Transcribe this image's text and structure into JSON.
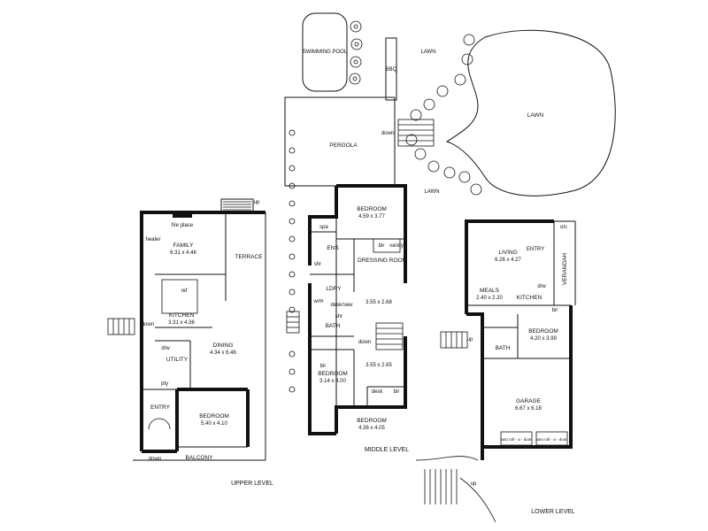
{
  "outdoor": {
    "swimming_pool": "SWIMMING POOL",
    "bbq": "BBQ",
    "lawn_top": "LAWN",
    "lawn_right": "LAWN",
    "lawn_bottom": "LAWN",
    "pergola": "PERGOLA",
    "down_stairs": "down"
  },
  "upper_level": {
    "title": "UPPER LEVEL",
    "family": {
      "name": "FAMILY",
      "size": "6.31 x 4.46"
    },
    "fire_place": "fire place",
    "heater": "heater",
    "terrace": "TERRACE",
    "kitchen": {
      "name": "KITCHEN",
      "size": "3.31 x 4.36"
    },
    "ref": "ref",
    "down": "down",
    "dining": {
      "name": "DINING",
      "size": "4.34 x 6.46"
    },
    "utility": "UTILITY",
    "dishwasher": "d/w",
    "pantry": "pty",
    "entry": "ENTRY",
    "bedroom": {
      "name": "BEDROOM",
      "size": "5.40 x 4.10"
    },
    "balcony": "BALCONY",
    "down_balcony": "down",
    "up_terrace": "up"
  },
  "middle_level": {
    "title": "MIDDLE LEVEL",
    "bedroom1": {
      "name": "BEDROOM",
      "size": "4.59 x 3.77"
    },
    "spa": "spa",
    "shower": "shr",
    "ens": "ENS",
    "bir": "bir",
    "vanity": "vanity",
    "dressing_room": "DRESSING ROOM",
    "ldry": "LDRY",
    "wm": "w/m",
    "desk_sew": "desk/sew",
    "shr2": "shr",
    "bath": "BATH",
    "area1_size": "3.55 x 2.68",
    "down": "down",
    "bedroom2": {
      "name": "BEDROOM",
      "size": "3.14 x 4.00"
    },
    "bir2": "bir",
    "area2_size": "3.55 x 2.65",
    "desk": "desk",
    "bir3": "bir",
    "bedroom3": {
      "name": "BEDROOM",
      "size": "4.36 x 4.05"
    }
  },
  "lower_level": {
    "title": "LOWER LEVEL",
    "living": {
      "name": "LIVING",
      "size": "6.26 x 4.27"
    },
    "entry": "ENTRY",
    "verandah": "VERANDAH",
    "oc": "o/c",
    "dw": "d/w",
    "kitchen": "KITCHEN",
    "meals": {
      "name": "MEALS",
      "size": "2.40 x 2.20"
    },
    "bir": "bir",
    "bedroom": {
      "name": "BEDROOM",
      "size": "4.20 x 3.99"
    },
    "bath": "BATH",
    "garage": {
      "name": "GARAGE",
      "size": "6.67 x 6.18"
    },
    "auto_door1": "auto roll - a - door",
    "auto_door2": "auto roll - a - door",
    "up_top": "up",
    "up_bottom": "up"
  }
}
